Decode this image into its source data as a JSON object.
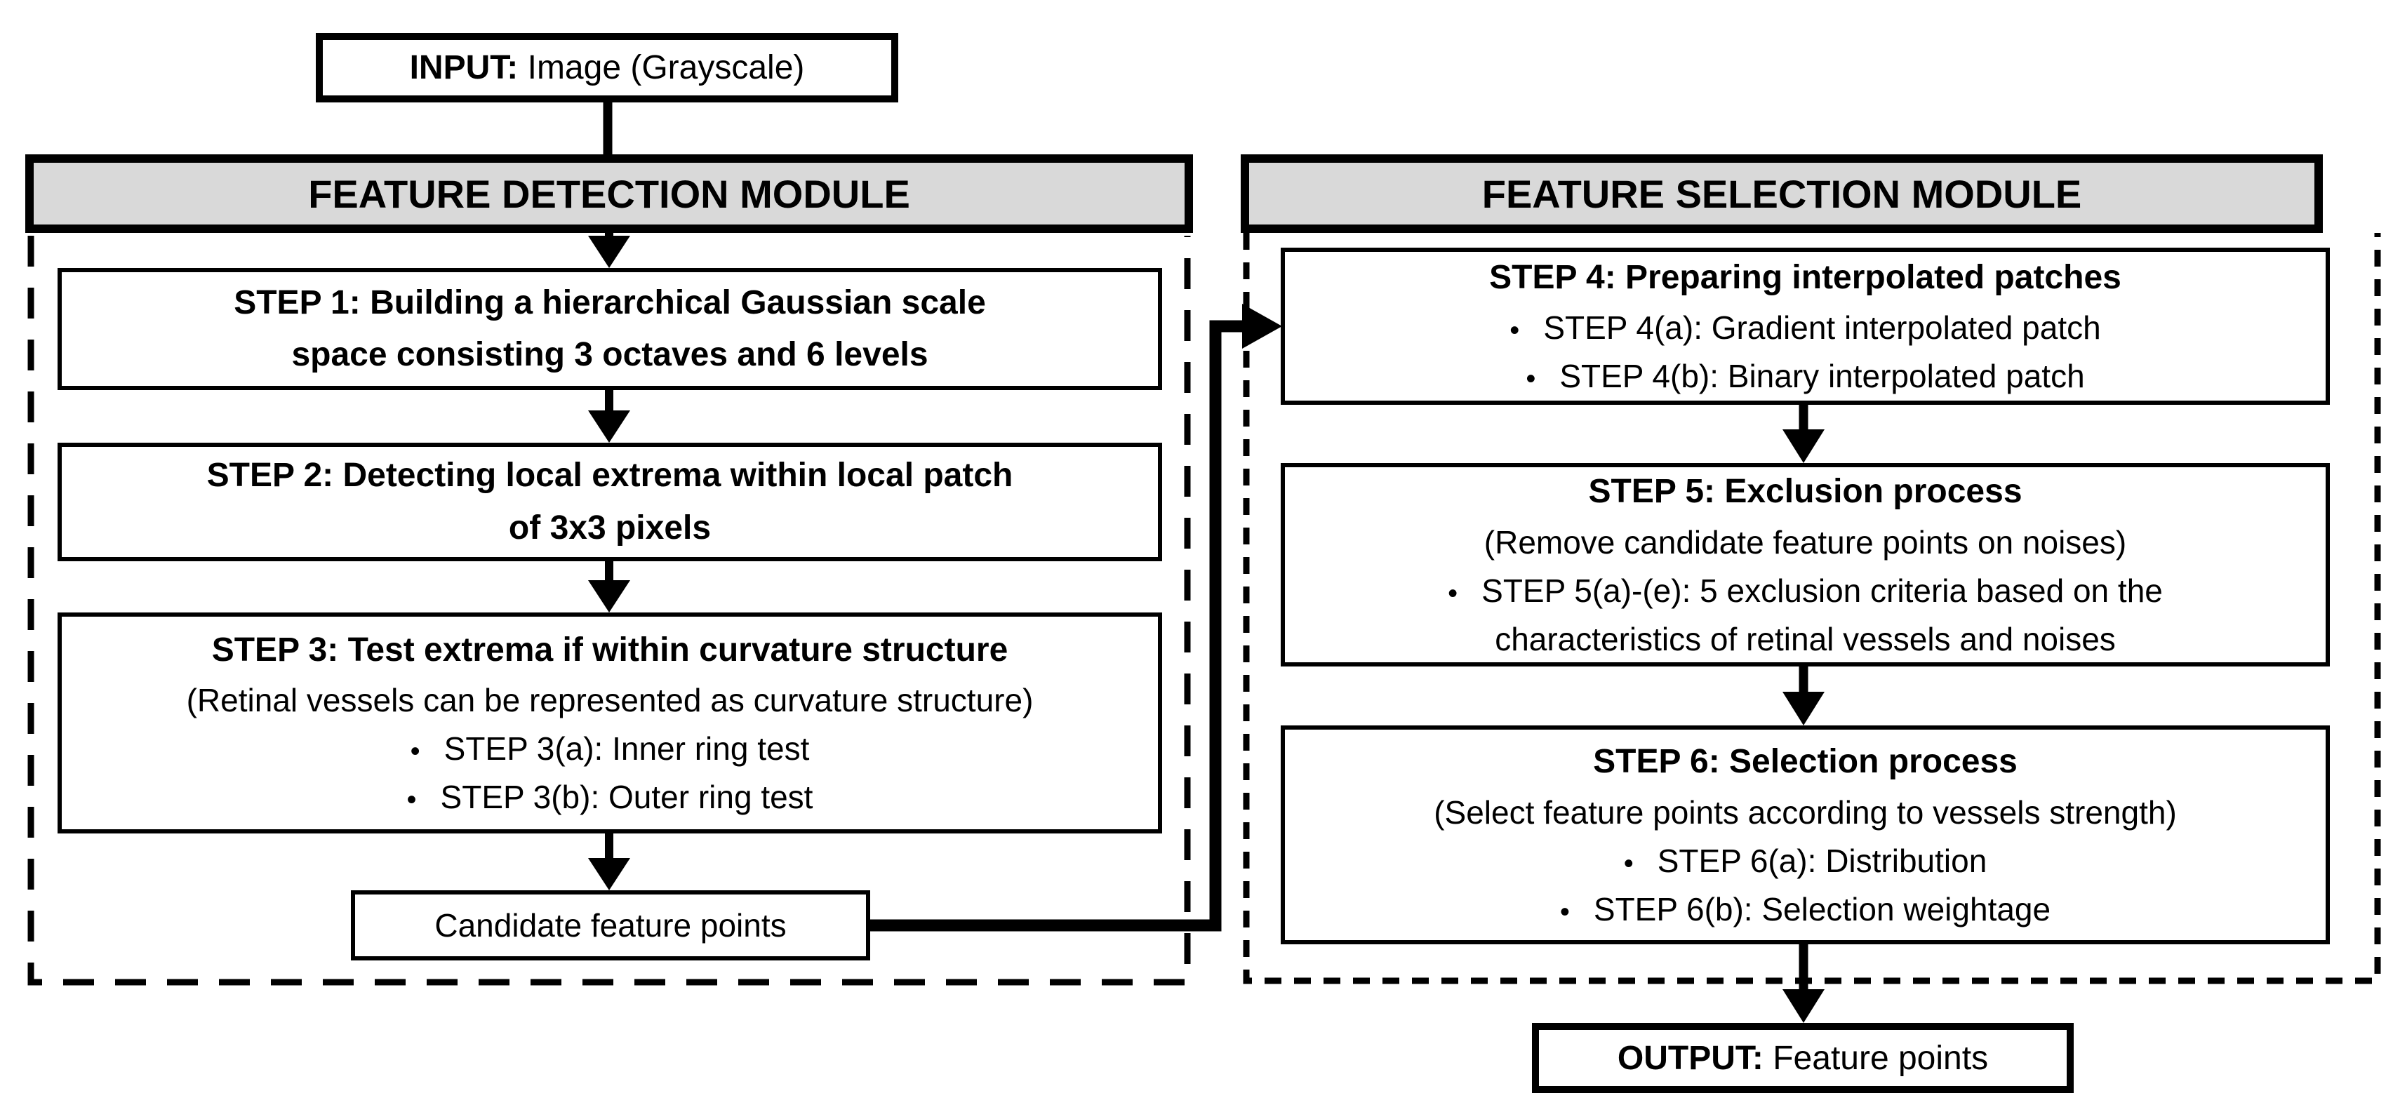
{
  "io": {
    "input": {
      "prefix": "INPUT:",
      "text": " Image (Grayscale)"
    },
    "output": {
      "prefix": "OUTPUT:",
      "text": " Feature points"
    },
    "candidate": {
      "label": "Candidate feature points"
    }
  },
  "modules": {
    "detection": {
      "header": "FEATURE DETECTION MODULE"
    },
    "selection": {
      "header": "FEATURE SELECTION MODULE"
    }
  },
  "steps": {
    "step1": {
      "lines": [
        "STEP 1: Building a hierarchical Gaussian scale",
        "space consisting 3 octaves and 6 levels"
      ]
    },
    "step2": {
      "lines": [
        "STEP 2: Detecting local extrema within local patch",
        "of 3x3 pixels"
      ]
    },
    "step3": {
      "title": "STEP 3: Test extrema if within curvature structure",
      "subtitle": "(Retinal vessels can be represented as curvature structure)",
      "bullets": [
        "STEP 3(a): Inner ring test",
        "STEP 3(b): Outer ring test"
      ]
    },
    "step4": {
      "title": "STEP 4: Preparing interpolated patches",
      "bullets": [
        "STEP 4(a): Gradient interpolated patch",
        "STEP 4(b): Binary interpolated patch"
      ]
    },
    "step5": {
      "title": "STEP 5: Exclusion process",
      "subtitle": "(Remove candidate feature points on noises)",
      "bullet_lines": [
        "STEP 5(a)-(e): 5 exclusion criteria based on the",
        "characteristics of retinal vessels and noises"
      ]
    },
    "step6": {
      "title": "STEP 6: Selection process",
      "subtitle": "(Select feature points according to vessels strength)",
      "bullets": [
        "STEP 6(a): Distribution",
        "STEP 6(b): Selection weightage"
      ]
    }
  },
  "glyphs": {
    "bullet": "•"
  },
  "colors": {
    "header_fill": "#d9d9d9",
    "line": "#000000",
    "background": "#ffffff"
  }
}
